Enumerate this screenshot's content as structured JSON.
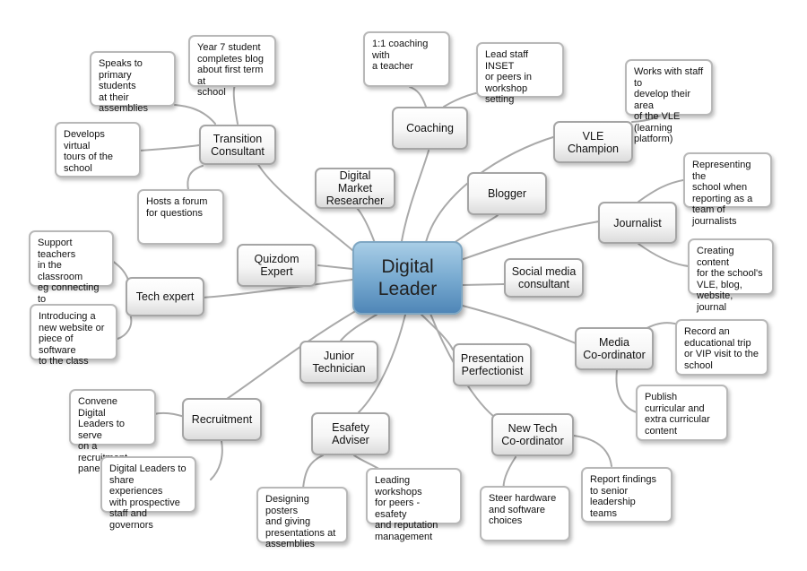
{
  "center": {
    "label": "Digital\nLeader"
  },
  "roles": {
    "transition": "Transition\nConsultant",
    "market": "Digital Market\nResearcher",
    "coaching": "Coaching",
    "vle": "VLE\nChampion",
    "blogger": "Blogger",
    "journalist": "Journalist",
    "social": "Social media\nconsultant",
    "media": "Media\nCo-ordinator",
    "newtech": "New Tech\nCo-ordinator",
    "presentation": "Presentation\nPerfectionist",
    "esafety": "Esafety\nAdviser",
    "junior": "Junior\nTechnician",
    "recruitment": "Recruitment",
    "tech": "Tech expert",
    "quizdom": "Quizdom\nExpert"
  },
  "notes": {
    "speaks": "Speaks to\nprimary students\nat their\nassemblies",
    "year7": "Year 7 student\ncompletes blog\nabout first term at\nschool",
    "tours": "Develops virtual\ntours of the\nschool",
    "forum": "Hosts a forum\nfor questions",
    "coach11": "1:1 coaching with\na teacher",
    "inset": "Lead staff INSET\nor peers in\nworkshop setting",
    "vlestaff": "Works with staff to\ndevelop their area\nof the VLE\n(learning platform)",
    "representing": "Representing the\nschool when\nreporting as a\nteam of journalists",
    "creating": "Creating content\nfor the school's\nVLE, blog,\nwebsite, journal",
    "record": "Record an\neducational trip\nor VIP visit to the\nschool",
    "publish": "Publish\ncurricular and\nextra curricular\ncontent",
    "report": "Report findings\nto senior\nleadership teams",
    "steer": "Steer hardware\nand software\nchoices",
    "workshops": "Leading workshops\nfor peers - esafety\nand reputation\nmanagement",
    "posters": "Designing posters\nand giving\npresentations at\nassemblies",
    "convene": "Convene Digital\nLeaders to serve\non a recruitment\npanel",
    "share": "Digital Leaders to\nshare experiences\nwith prospective\nstaff and governors",
    "support": "Support teachers\nin the classroom\neg connecting to\nwireless network",
    "introducing": "Introducing a\nnew website or\npiece of software\nto the class"
  }
}
